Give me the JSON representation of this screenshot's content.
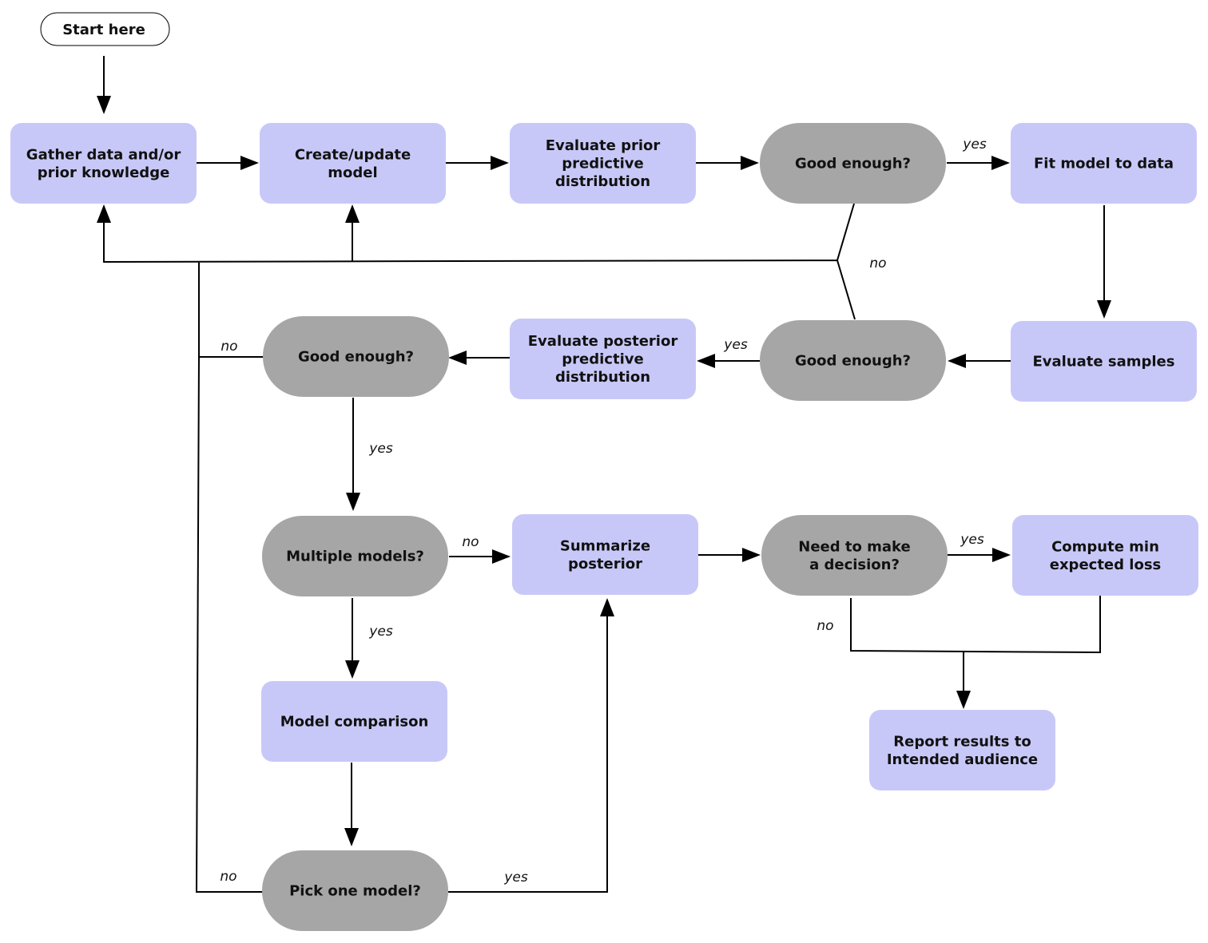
{
  "colors": {
    "process": "#c8c8f8",
    "decision": "#a6a6a6",
    "start": "#ffffff",
    "line": "#000000",
    "text": "#111111"
  },
  "nodes": {
    "start": "Start here",
    "gather": [
      "Gather data and/or",
      "prior knowledge"
    ],
    "create": [
      "Create/update",
      "model"
    ],
    "eval_prior": [
      "Evaluate prior",
      "predictive",
      "distribution"
    ],
    "good_prior": [
      "Good enough?"
    ],
    "fit": [
      "Fit model to data"
    ],
    "eval_samples": [
      "Evaluate samples"
    ],
    "good_samples": [
      "Good enough?"
    ],
    "eval_post": [
      "Evaluate posterior",
      "predictive",
      "distribution"
    ],
    "good_post": [
      "Good enough?"
    ],
    "multiple": [
      "Multiple models?"
    ],
    "summarize": [
      "Summarize",
      "posterior"
    ],
    "decision": [
      "Need to make",
      "a decision?"
    ],
    "min_loss": [
      "Compute min",
      "expected loss"
    ],
    "comparison": [
      "Model comparison"
    ],
    "pick_one": [
      "Pick one model?"
    ],
    "report": [
      "Report results to",
      "Intended audience"
    ]
  },
  "edge_labels": {
    "yes": "yes",
    "no": "no"
  }
}
